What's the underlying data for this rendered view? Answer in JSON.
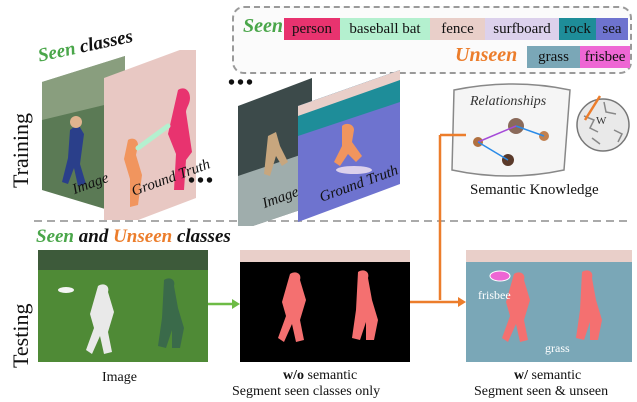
{
  "training_label": "Training",
  "testing_label": "Testing",
  "top_legend": {
    "seen_label": "Seen",
    "unseen_label": "Unseen",
    "seen_classes": [
      {
        "label": "person",
        "color": "#e8336f"
      },
      {
        "label": "baseball bat",
        "color": "#b4f0cf"
      },
      {
        "label": "fence",
        "color": "#e9cfc9"
      },
      {
        "label": "surfboard",
        "color": "#dcd1ec"
      },
      {
        "label": "rock",
        "color": "#1e8d99"
      },
      {
        "label": "sea",
        "color": "#6e73cf"
      }
    ],
    "unseen_classes": [
      {
        "label": "grass",
        "color": "#7aa7b7"
      },
      {
        "label": "frisbee",
        "color": "#ee66d4"
      }
    ]
  },
  "training": {
    "heading_seen": "Seen",
    "heading_rest": "classes",
    "image_label_1": "Image",
    "gt_label_1": "Ground Truth",
    "image_label_2": "Image",
    "gt_label_2": "Ground Truth",
    "ellipsis_1": "•••",
    "ellipsis_2": "•••"
  },
  "knowledge": {
    "relationships_label": "Relationships",
    "caption": "Semantic Knowledge"
  },
  "testing": {
    "heading_seen": "Seen",
    "heading_and": "and",
    "heading_unseen": "Unseen",
    "heading_rest": "classes",
    "image_caption": "Image",
    "without_bold": "w/o",
    "without_rest": "semantic",
    "without_line2": "Segment seen classes only",
    "with_bold": "w/",
    "with_rest": "semantic",
    "with_line2": "Segment seen & unseen",
    "frisbee_label": "frisbee",
    "grass_label": "grass"
  },
  "colors": {
    "seen_green": "#4aa64a",
    "unseen_orange": "#ec7d2b",
    "arrow_orange": "#ec7d2b",
    "arrow_green": "#6dbb45",
    "divider": "#aaaaaa"
  }
}
